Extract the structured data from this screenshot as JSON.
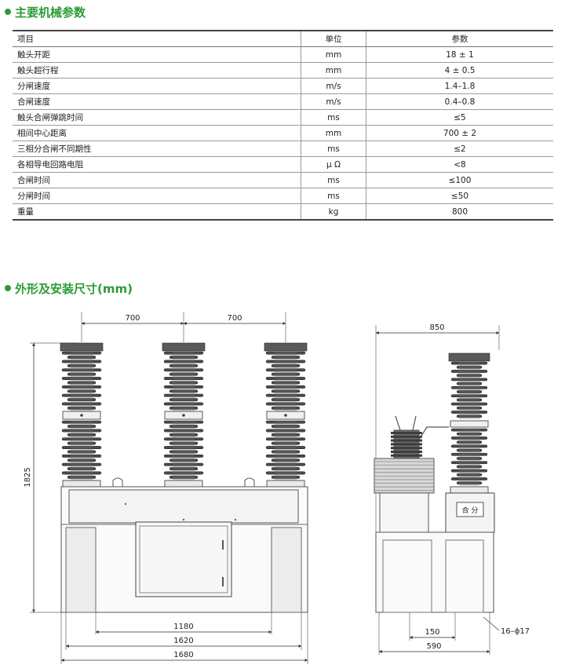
{
  "section1": {
    "title": "主要机械参数"
  },
  "table": {
    "headers": [
      "项目",
      "单位",
      "参数"
    ],
    "rows": [
      [
        "触头开距",
        "mm",
        "18 ± 1"
      ],
      [
        "触头超行程",
        "mm",
        "4 ± 0.5"
      ],
      [
        "分闸速度",
        "m/s",
        "1.4–1.8"
      ],
      [
        "合闸速度",
        "m/s",
        "0.4–0.8"
      ],
      [
        "触头合闸弹跳时间",
        "ms",
        "≤5"
      ],
      [
        "相间中心距离",
        "mm",
        "700 ± 2"
      ],
      [
        "三相分合闸不同期性",
        "ms",
        "≤2"
      ],
      [
        "各相导电回路电阻",
        "μ Ω",
        "<8"
      ],
      [
        "合闸时间",
        "ms",
        "≤100"
      ],
      [
        "分闸时间",
        "ms",
        "≤50"
      ],
      [
        "重量",
        "kg",
        "800"
      ]
    ]
  },
  "section2": {
    "title": "外形及安装尺寸(mm)"
  },
  "front_view": {
    "dim_spacing_left": "700",
    "dim_spacing_right": "700",
    "dim_height": "1825",
    "dim_1180": "1180",
    "dim_1620": "1620",
    "dim_1680": "1680"
  },
  "side_view": {
    "dim_850": "850",
    "dim_150": "150",
    "dim_590": "590",
    "hole_note": "16–ϕ17",
    "panel_label": "合 分"
  },
  "colors": {
    "accent": "#2d9b36"
  }
}
